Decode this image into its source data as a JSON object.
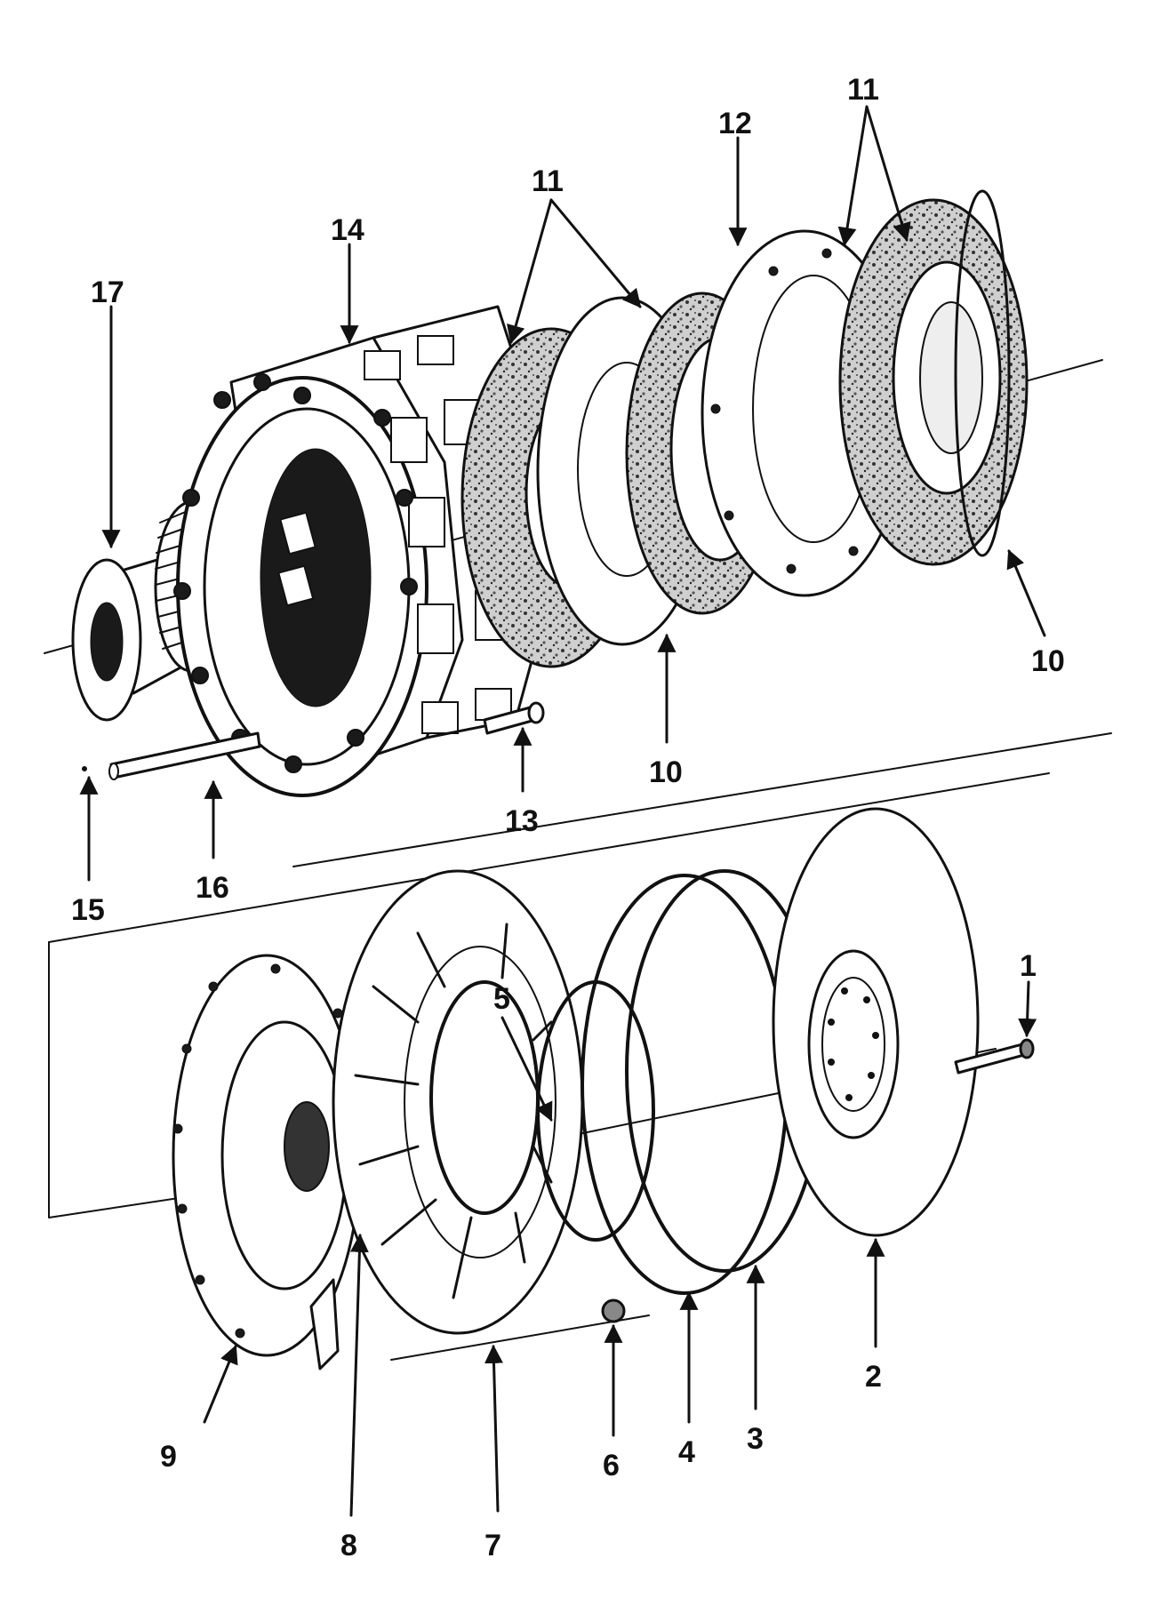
{
  "callouts": {
    "c1": "1",
    "c2": "2",
    "c3": "3",
    "c4": "4",
    "c5": "5",
    "c6": "6",
    "c7": "7",
    "c8": "8",
    "c9": "9",
    "c10a": "10",
    "c10b": "10",
    "c11a": "11",
    "c11b": "11",
    "c12": "12",
    "c13": "13",
    "c14": "14",
    "c15": "15",
    "c16": "16",
    "c17": "17"
  },
  "colors": {
    "ink": "#111111",
    "paper": "#ffffff"
  }
}
